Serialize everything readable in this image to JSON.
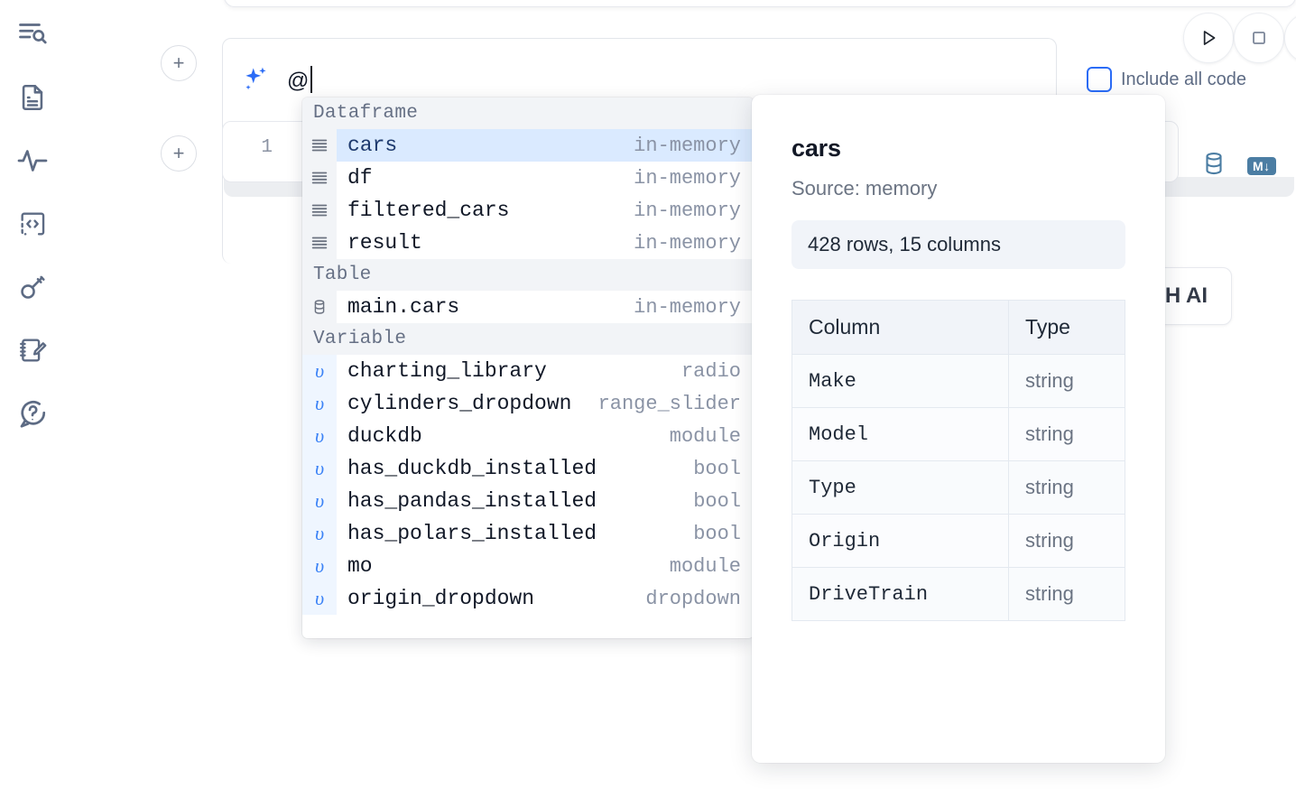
{
  "sidebar": {
    "items": [
      {
        "name": "explore-outline-icon",
        "label": "Explore"
      },
      {
        "name": "file-text-icon",
        "label": "Notebook file"
      },
      {
        "name": "activity-pulse-icon",
        "label": "Activity"
      },
      {
        "name": "code-brackets-icon",
        "label": "Snippets"
      },
      {
        "name": "key-icon",
        "label": "Secrets"
      },
      {
        "name": "notebook-pencil-icon",
        "label": "Scratchpad"
      },
      {
        "name": "help-chat-icon",
        "label": "Help"
      }
    ]
  },
  "prompt": {
    "icon": "ai-sparkle-icon",
    "value": "@",
    "add_cell_label": "+"
  },
  "toolbar": {
    "run_label": "Run",
    "stop_label": "Stop",
    "include_all_code_label": "Include all code",
    "include_all_code_checked": false
  },
  "cell": {
    "add_cell_label": "+",
    "line_number": "1",
    "icons": [
      {
        "name": "database-icon",
        "label": "SQL cell"
      },
      {
        "name": "markdown-icon",
        "label": "M↓"
      }
    ]
  },
  "ai_button": {
    "label": "H AI"
  },
  "autocomplete": {
    "groups": [
      {
        "label": "Dataframe",
        "icon": "dataframe-rows-icon",
        "kind": "dataframe",
        "items": [
          {
            "name": "cars",
            "meta": "in-memory",
            "selected": true
          },
          {
            "name": "df",
            "meta": "in-memory",
            "selected": false
          },
          {
            "name": "filtered_cars",
            "meta": "in-memory",
            "selected": false
          },
          {
            "name": "result",
            "meta": "in-memory",
            "selected": false
          }
        ]
      },
      {
        "label": "Table",
        "icon": "database-icon",
        "kind": "table",
        "items": [
          {
            "name": "main.cars",
            "meta": "in-memory",
            "selected": false
          }
        ]
      },
      {
        "label": "Variable",
        "icon": "variable-v-icon",
        "kind": "variable",
        "items": [
          {
            "name": "charting_library",
            "meta": "radio",
            "selected": false
          },
          {
            "name": "cylinders_dropdown",
            "meta": "range_slider",
            "selected": false
          },
          {
            "name": "duckdb",
            "meta": "module",
            "selected": false
          },
          {
            "name": "has_duckdb_installed",
            "meta": "bool",
            "selected": false
          },
          {
            "name": "has_pandas_installed",
            "meta": "bool",
            "selected": false
          },
          {
            "name": "has_polars_installed",
            "meta": "bool",
            "selected": false
          },
          {
            "name": "mo",
            "meta": "module",
            "selected": false
          },
          {
            "name": "origin_dropdown",
            "meta": "dropdown",
            "selected": false
          }
        ]
      }
    ]
  },
  "info_panel": {
    "title": "cars",
    "source": "Source: memory",
    "shape": "428 rows, 15 columns",
    "columns_header": "Column",
    "type_header": "Type",
    "rows": [
      {
        "column": "Make",
        "type": "string"
      },
      {
        "column": "Model",
        "type": "string"
      },
      {
        "column": "Type",
        "type": "string"
      },
      {
        "column": "Origin",
        "type": "string"
      },
      {
        "column": "DriveTrain",
        "type": "string"
      }
    ]
  },
  "colors": {
    "accent": "#2b6cf6",
    "selected_row": "#daeaff",
    "group_header_bg": "#f2f4f7",
    "icon_gray": "#5d6b84",
    "sql_badge": "#4b7da3"
  }
}
